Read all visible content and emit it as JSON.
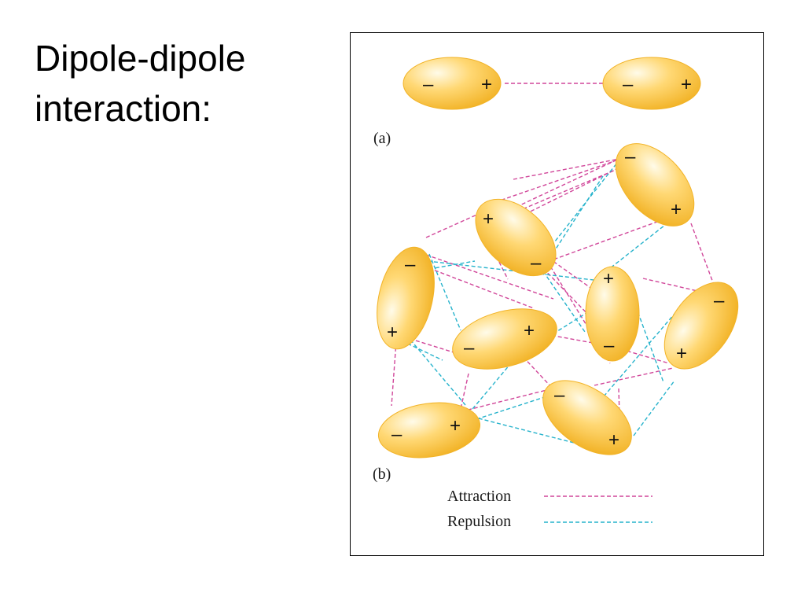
{
  "title": {
    "line1": "Dipole-dipole",
    "line2": "interaction:"
  },
  "figure": {
    "panel_a_label": "(a)",
    "panel_b_label": "(b)",
    "legend": {
      "attraction": "Attraction",
      "repulsion": "Repulsion"
    },
    "colors": {
      "attraction": "#d1479a",
      "repulsion": "#27b3cc",
      "dipole_light": "#fffbe9",
      "dipole_mid": "#ffd874",
      "dipole_dark": "#f2b327"
    },
    "charges": {
      "negative": "–",
      "positive": "+"
    }
  }
}
